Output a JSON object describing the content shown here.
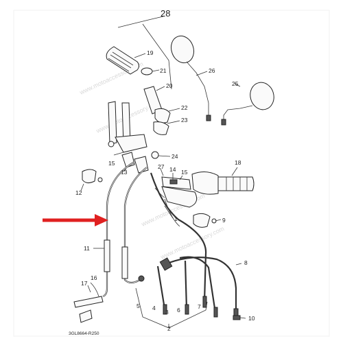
{
  "diagram": {
    "title_number": "28",
    "code": "3GL8664-R250",
    "watermark": "www.motoaccessory.com",
    "arrow_color": "#e02020",
    "labels": [
      "19",
      "21",
      "20",
      "22",
      "23",
      "24",
      "26",
      "25",
      "18",
      "14",
      "15",
      "27",
      "13",
      "15",
      "12",
      "9",
      "1",
      "11",
      "17",
      "16",
      "3",
      "4",
      "6",
      "7",
      "5",
      "2",
      "8",
      "10"
    ]
  }
}
